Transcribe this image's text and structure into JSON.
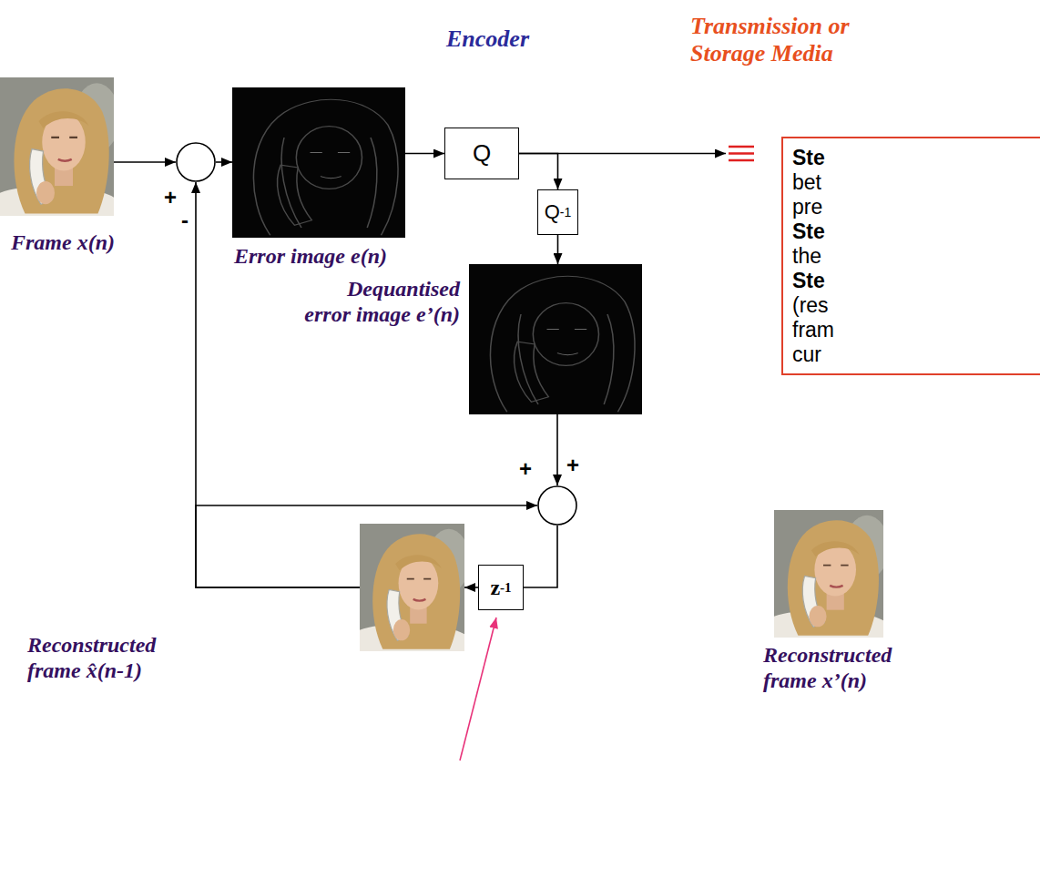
{
  "diagram": {
    "nodes": [
      {
        "text": [
          "Frame x(n)"
        ]
      },
      {
        "text": [
          "+",
          "-"
        ]
      },
      {
        "text": [
          "Error image e(n)"
        ]
      },
      {
        "text": [
          "Q"
        ]
      },
      {
        "text": [
          "Q",
          "-1"
        ]
      },
      {
        "text": [
          "Dequantised error image e’(n)"
        ]
      },
      {
        "text": [
          "+",
          "+"
        ]
      },
      {
        "text": [
          "Reconstructed frame x’(n)"
        ]
      },
      {
        "text": [
          "z",
          "-1"
        ]
      },
      {
        "text": [
          "Reconstructed frame x̂(n-1)"
        ]
      },
      {
        "text": [
          "Ste",
          "bet",
          "pre",
          "Ste",
          "the",
          "Ste",
          "(res",
          "fram",
          "cur"
        ]
      }
    ],
    "edges": [
      {
        "from": 0,
        "to": 1,
        "arrow": "to"
      },
      {
        "from": 1,
        "to": 2,
        "arrow": "to"
      },
      {
        "from": 2,
        "to": 3,
        "arrow": "to"
      },
      {
        "from": 3,
        "to": 4,
        "arrow": "to"
      },
      {
        "from": 4,
        "to": 5,
        "arrow": "to"
      },
      {
        "from": 5,
        "to": 6,
        "arrow": "to"
      },
      {
        "from": 6,
        "to": 8,
        "arrow": "none"
      },
      {
        "from": 8,
        "to": 9,
        "arrow": "to"
      },
      {
        "from": 9,
        "to": 1,
        "arrow": "to"
      },
      {
        "from": 9,
        "to": 6,
        "arrow": "to"
      }
    ],
    "labels": [
      "Encoder",
      "Transmission or Storage Media"
    ]
  }
}
